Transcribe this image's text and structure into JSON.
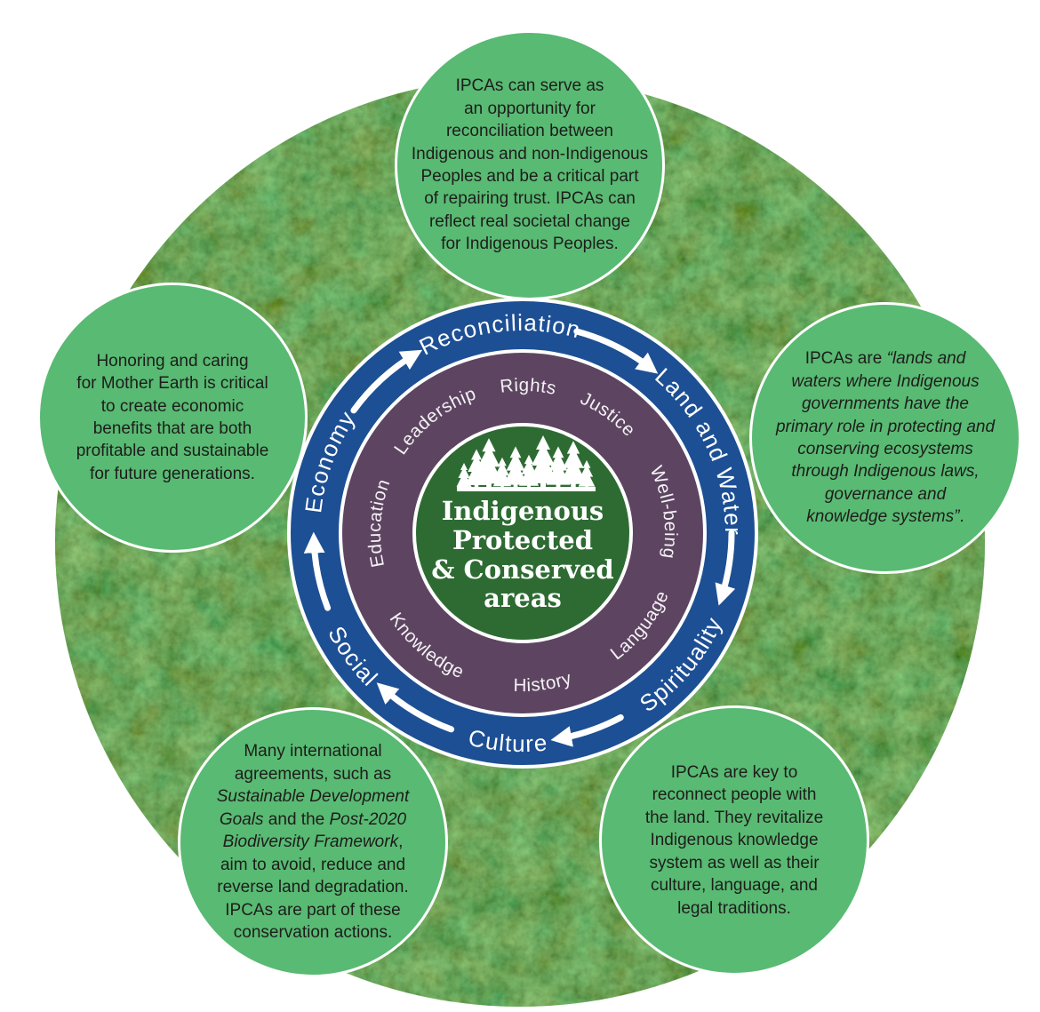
{
  "title": "Indigenous Protected and Conserved Areas diagram",
  "colors": {
    "page_bg": "#ffffff",
    "blue_ring": "#1d4f94",
    "purple_ring": "#5d4561",
    "center_green": "#2e6b33",
    "satellite_green": "#59ba73",
    "ring_text": "#ffffff",
    "body_text": "#1d1d1b",
    "forest_dark": "#233f1f",
    "forest_mid": "#4a7a3a",
    "forest_light": "#93ad8c"
  },
  "center": {
    "icon": "pine-trees",
    "lines": [
      "Indigenous",
      "Protected",
      "& Conserved",
      "areas"
    ]
  },
  "rings": {
    "blue": {
      "labels": {
        "top": "Reconciliation",
        "right": "Land and Water",
        "bottom_right": "Spirituality",
        "bottom": "Culture",
        "bottom_left": "Social",
        "left": "Economy"
      },
      "flow": "clockwise-arrows"
    },
    "purple": {
      "labels": {
        "top": "Rights",
        "top_right": "Justice",
        "right": "Well-being",
        "bottom_right": "Language",
        "bottom": "History",
        "bottom_left": "Knowledge",
        "left": "Education",
        "top_left": "Leadership"
      }
    }
  },
  "satellites": {
    "top": {
      "text": "IPCAs can serve as\nan opportunity for\nreconciliation between\nIndigenous and non-Indigenous\nPeoples and be a critical part\nof repairing trust. IPCAs can\nreflect real societal change\nfor Indigenous Peoples."
    },
    "left": {
      "text": "Honoring and caring\nfor Mother Earth is critical\nto create economic\nbenefits that are both\nprofitable and sustainable\nfor future generations."
    },
    "right": {
      "segments": [
        {
          "text": "IPCAs are "
        },
        {
          "text": "“lands and\nwaters where Indigenous\ngovernments have the\nprimary role in protecting and\nconserving ecosystems\nthrough Indigenous laws,\ngovernance and\nknowledge systems”",
          "italic": true
        },
        {
          "text": "."
        }
      ]
    },
    "bottom_left": {
      "segments": [
        {
          "text": "Many international\nagreements, such as\n"
        },
        {
          "text": "Sustainable Development\nGoals",
          "italic": true
        },
        {
          "text": " and the "
        },
        {
          "text": "Post-2020\nBiodiversity Framework",
          "italic": true
        },
        {
          "text": ",\naim to avoid, reduce and\nreverse land degradation.\nIPCAs are part of these\nconservation actions."
        }
      ]
    },
    "bottom_right": {
      "text": "IPCAs are key to\nreconnect people with\nthe land. They revitalize\nIndigenous knowledge\nsystem as well as their\nculture, language, and\nlegal traditions."
    }
  }
}
